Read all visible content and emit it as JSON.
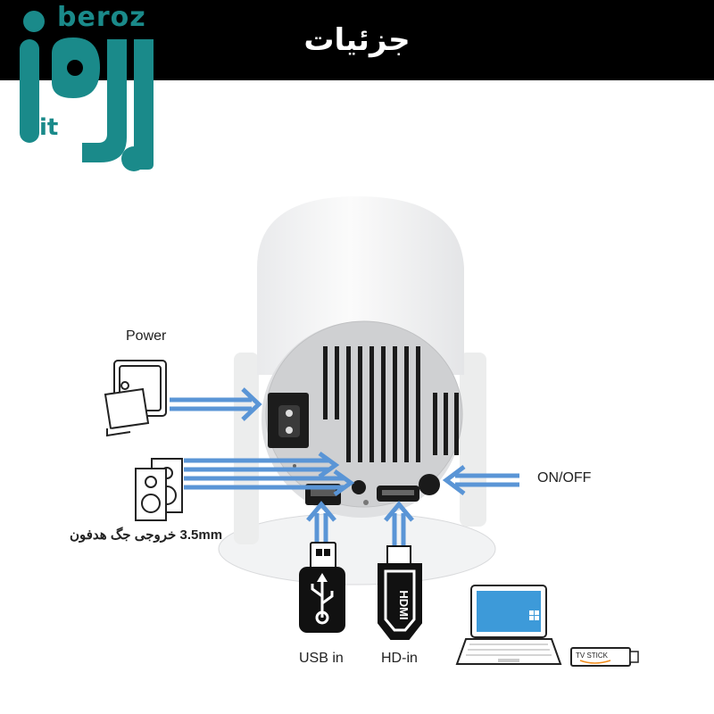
{
  "header": {
    "title": "جزئیات",
    "background": "#000000",
    "title_color": "#ffffff"
  },
  "logo": {
    "text": "beroz",
    "mark": "iran",
    "suffix": "it",
    "color": "#1a8a8a"
  },
  "ports": {
    "power_label": "Power",
    "audio_label": "3.5mm خروجی جگ هدفون",
    "onoff_label": "ON/OFF",
    "usb_label": "USB in",
    "hdmi_label": "HD-in",
    "hdmi_plug_text": "HDMI",
    "tv_stick_text": "TV STICK"
  },
  "colors": {
    "arrow": "#5a95d6",
    "laptop_screen": "#3d9ad9"
  }
}
